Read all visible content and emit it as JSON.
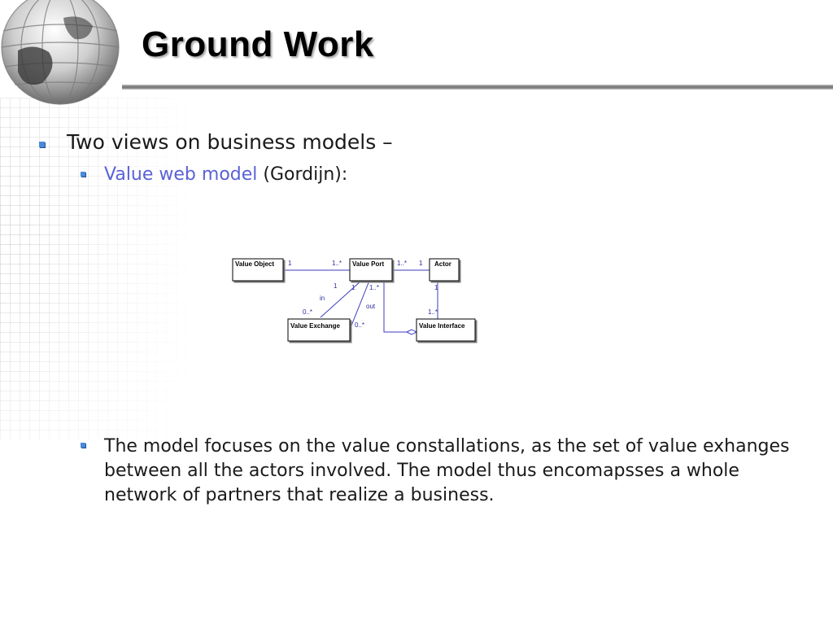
{
  "slide": {
    "title": "Ground Work",
    "bullets": {
      "b1": "Two views on business models –",
      "b2_link": "Value web model",
      "b2_rest": " (Gordijn):",
      "b3": "The model focuses on the value constallations, as the set of value exhanges between all the actors involved. The model thus encomapsses a whole network of partners that realize a business."
    }
  },
  "diagram": {
    "classes": {
      "value_object": "Value Object",
      "value_port": "Value Port",
      "actor": "Actor",
      "value_exchange": "Value Exchange",
      "value_interface": "Value Interface"
    },
    "labels": {
      "vo_vp_left": "1",
      "vo_vp_right": "1..*",
      "vp_actor_left": "1..*",
      "vp_actor_right": "1",
      "ve_in_port": "1",
      "ve_in_name": "in",
      "ve_in_exchange": "0..*",
      "ve_out_port": "1",
      "vp_vi_port": "1..*",
      "ve_out_name": "out",
      "ve_out_exchange": "0..*",
      "actor_vi_top": "1",
      "actor_vi_bottom": "1..*"
    }
  },
  "colors": {
    "bullet": "#4a8ad8",
    "link": "#5a62d6"
  }
}
